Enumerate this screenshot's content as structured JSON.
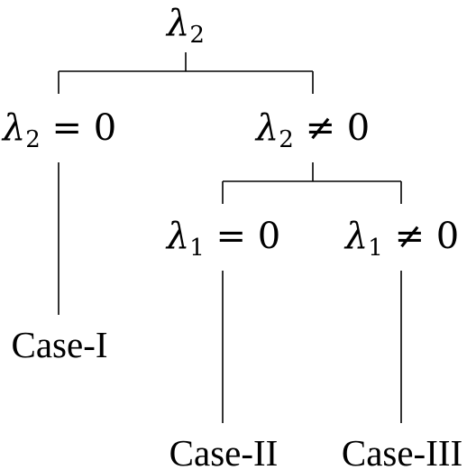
{
  "root": {
    "symbol": "λ",
    "subscript": "2"
  },
  "level1": {
    "left": {
      "symbol": "λ",
      "subscript": "2",
      "relation": "= 0"
    },
    "right": {
      "symbol": "λ",
      "subscript": "2",
      "relation": "≠ 0"
    }
  },
  "level2": {
    "left": {
      "symbol": "λ",
      "subscript": "1",
      "relation": "= 0"
    },
    "right": {
      "symbol": "λ",
      "subscript": "1",
      "relation": "≠ 0"
    }
  },
  "leaves": {
    "case_1": "Case-I",
    "case_2": "Case-II",
    "case_3": "Case-III"
  },
  "colors": {
    "line": "#000000",
    "text": "#000000"
  }
}
